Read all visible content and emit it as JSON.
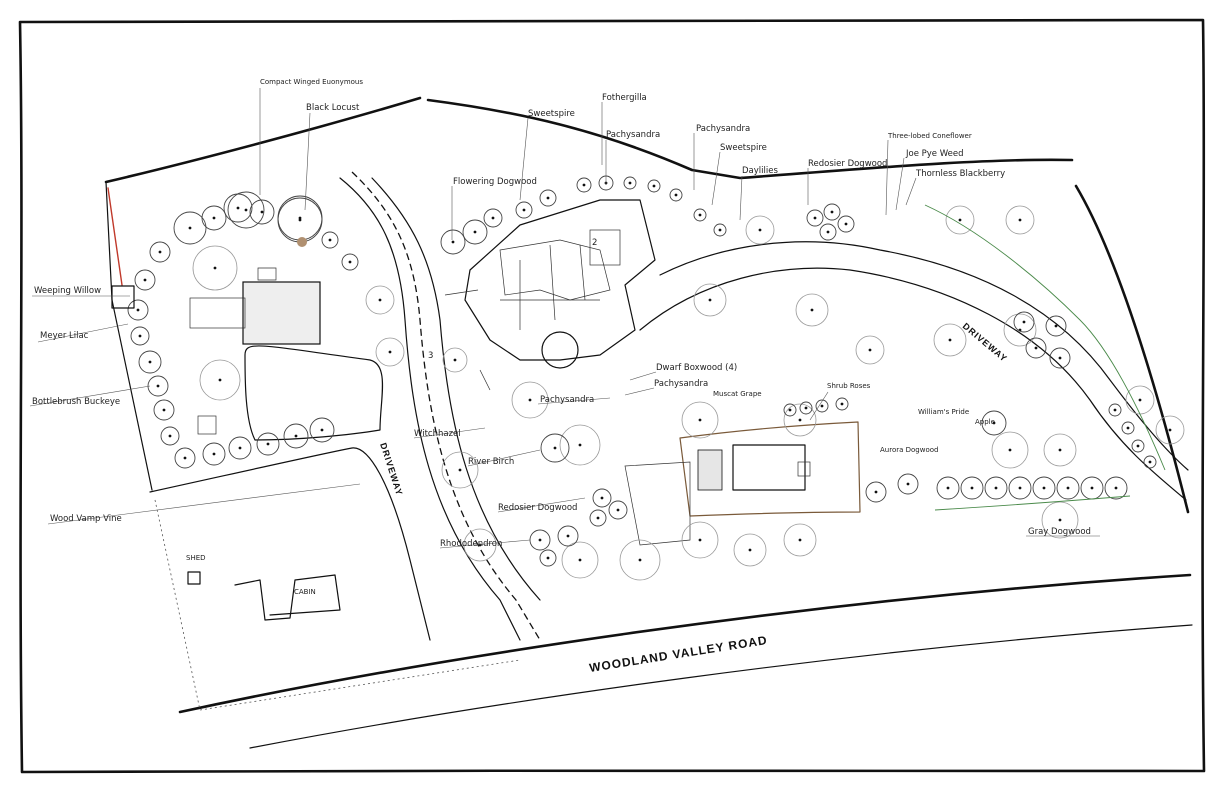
{
  "labels": {
    "compact_euonymus": "Compact Winged Euonymous",
    "black_locust": "Black Locust",
    "sweetspire_1": "Sweetspire",
    "fothergilla": "Fothergilla",
    "pachysandra_1": "Pachysandra",
    "pachysandra_2": "Pachysandra",
    "sweetspire_2": "Sweetspire",
    "daylilies": "Daylilies",
    "redosier_dogwood_1": "Redosier Dogwood",
    "coneflower": "Three-lobed Coneflower",
    "joe_pye": "Joe Pye Weed",
    "blackberry": "Thornless Blackberry",
    "flowering_dogwood": "Flowering Dogwood",
    "weeping_willow": "Weeping Willow",
    "meyer_lilac": "Meyer Lilac",
    "bottlebrush_buckeye": "Bottlebrush Buckeye",
    "witchhazel": "Witchhazel",
    "river_birch": "River Birch",
    "redosier_dogwood_2": "Redosier Dogwood",
    "rhododendron": "Rhododendron",
    "wood_vamp_vine": "Wood Vamp Vine",
    "pachysandra_3": "Pachysandra",
    "dwarf_boxwood": "Dwarf Boxwood (4)",
    "pachysandra_4": "Pachysandra",
    "muscat_grape": "Muscat Grape",
    "shrub_roses": "Shrub Roses",
    "williams_pride_1": "William's Pride",
    "williams_pride_2": "Apple",
    "aurora_dogwood": "Aurora Dogwood",
    "gray_dogwood": "Gray Dogwood",
    "shed": "SHED",
    "cabin": "CABIN",
    "driveway_1": "DRIVEWAY",
    "driveway_2": "DRIVEWAY",
    "road": "WOODLAND VALLEY ROAD",
    "num_2": "2",
    "num_3": "3"
  }
}
